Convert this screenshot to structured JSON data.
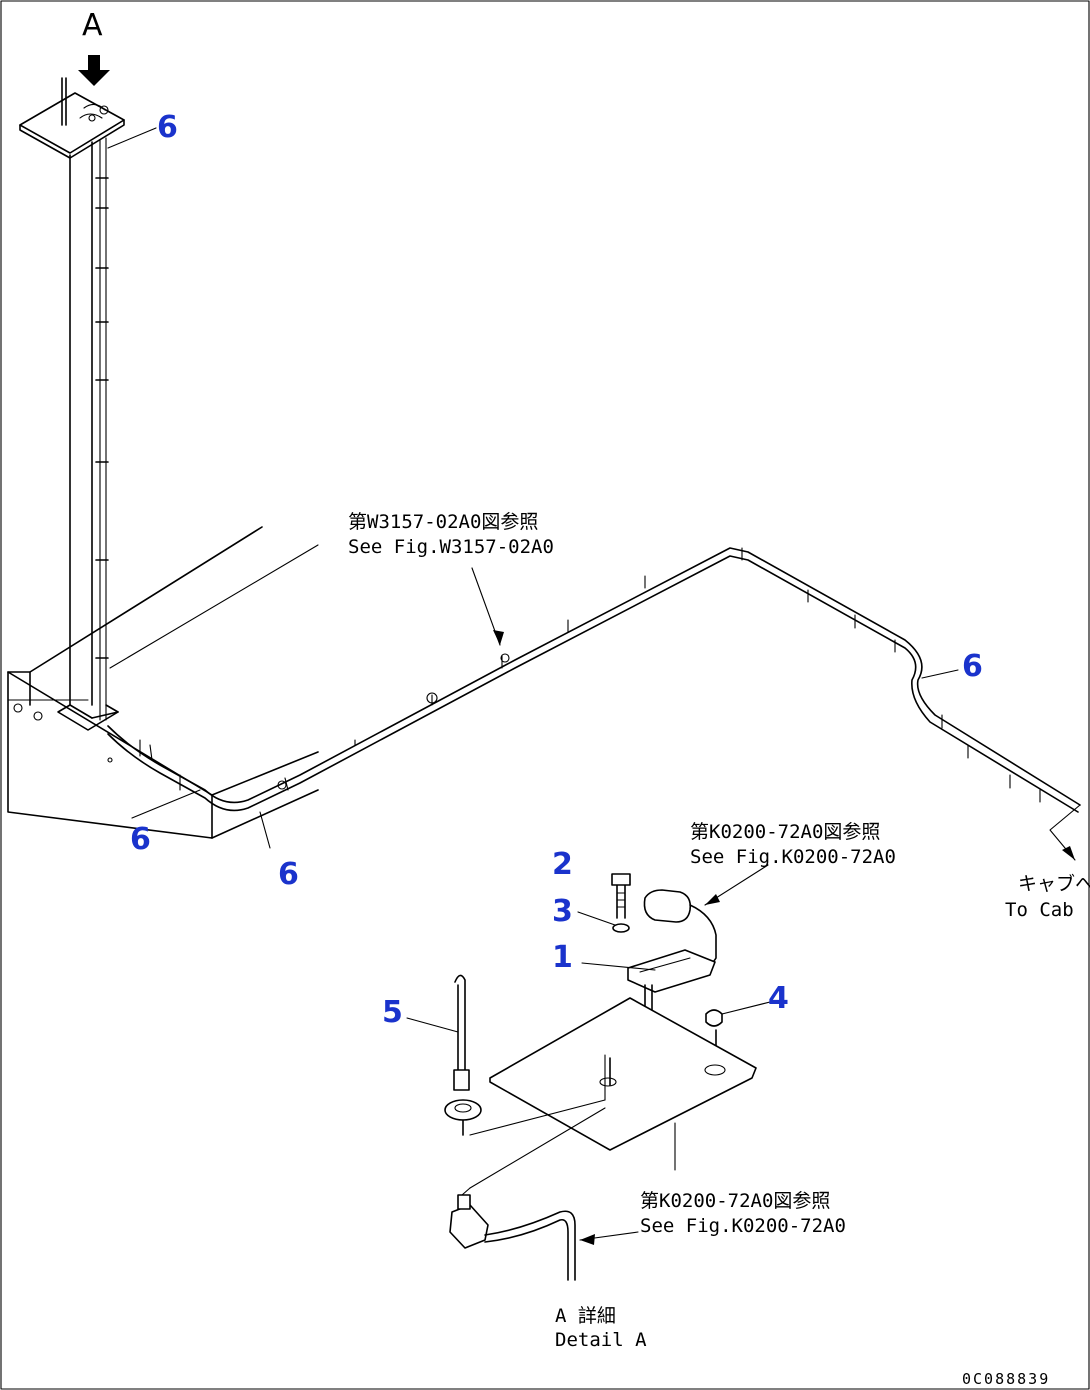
{
  "view_label": "A",
  "callouts": [
    "6",
    "6",
    "6",
    "6",
    "2",
    "3",
    "1",
    "4",
    "5"
  ],
  "notes": {
    "harness_ref": {
      "jp": "第W3157-02A0図参照",
      "en": "See Fig.W3157-02A0"
    },
    "antenna_ref": {
      "jp": "第K0200-72A0図参照",
      "en": "See Fig.K0200-72A0"
    },
    "plate_ref": {
      "jp": "第K0200-72A0図参照",
      "en": "See Fig.K0200-72A0"
    },
    "to_cab": {
      "jp": "キャブへ",
      "en": "To Cab"
    },
    "detail": {
      "jp": "A 詳細",
      "en": "Detail A"
    }
  },
  "drawing_code": "0C088839"
}
